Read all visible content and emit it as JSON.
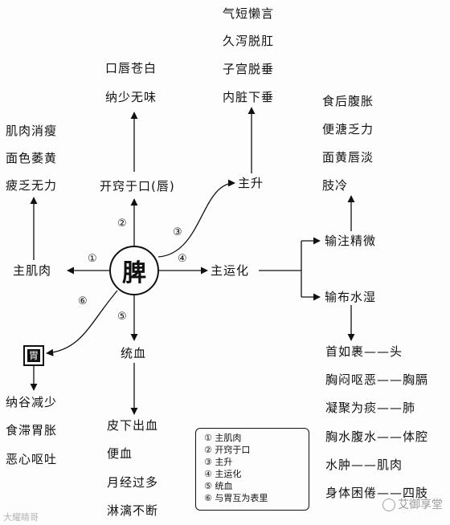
{
  "center": {
    "label": "脾"
  },
  "stomach": {
    "label": "胃"
  },
  "nodes": {
    "kaiqiao": "开窍于口(唇)",
    "zhusheng": "主升",
    "zhuyunhua": "主运化",
    "zhujirou": "主肌肉",
    "tongxue": "统血",
    "shuzhu_jingwei": "输注精微",
    "shubu_shuishi": "输布水湿"
  },
  "circled_numbers": [
    "①",
    "②",
    "③",
    "④",
    "⑤",
    "⑥"
  ],
  "lists": {
    "kaiqiao_symptoms": [
      "口唇苍白",
      "纳少无味"
    ],
    "zhusheng_symptoms": [
      "气短懒言",
      "久泻脱肛",
      "子宫脱垂",
      "内脏下垂"
    ],
    "jirou_symptoms": [
      "肌肉消瘦",
      "面色萎黄",
      "疲乏无力"
    ],
    "jingwei_symptoms": [
      "食后腹胀",
      "便溏乏力",
      "面黄唇淡",
      "肢冷"
    ],
    "shuishi_symptoms": [
      "首如裹——头",
      "胸闷呕恶——胸膈",
      "凝聚为痰——肺",
      "胸水腹水——体腔",
      "水肿——肌肉",
      "身体困倦——四肢"
    ],
    "wei_symptoms": [
      "纳谷减少",
      "食滞胃胀",
      "恶心呕吐"
    ],
    "tongxue_symptoms": [
      "皮下出血",
      "便血",
      "月经过多",
      "淋漓不断"
    ]
  },
  "legend": [
    "① 主肌肉",
    "② 开窍于口",
    "③ 主升",
    "④ 主运化",
    "⑤ 统血",
    "⑥ 与胃互为表里"
  ],
  "watermarks": {
    "left": "大耀睛哥",
    "right": "艾御享堂"
  }
}
